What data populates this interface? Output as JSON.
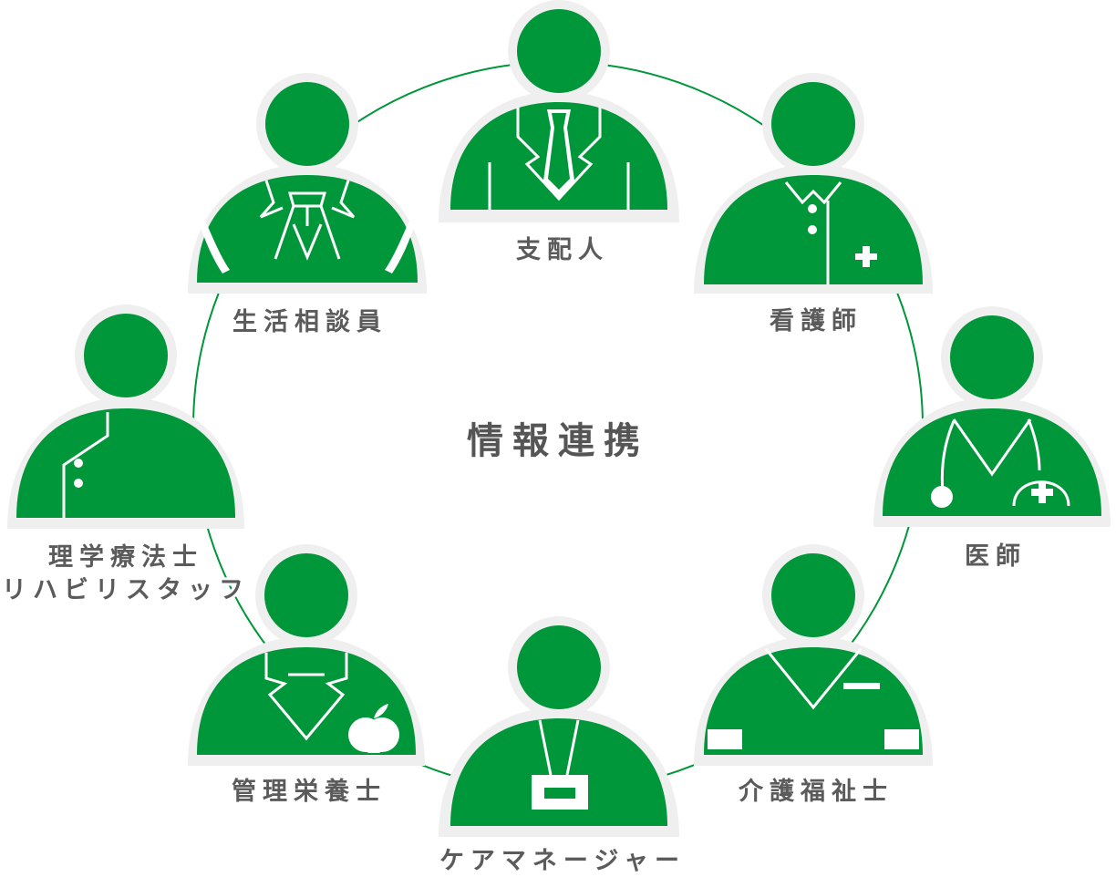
{
  "center_title": "情報連携",
  "roles": [
    {
      "key": "manager",
      "label": "支配人"
    },
    {
      "key": "nurse",
      "label": "看護師"
    },
    {
      "key": "doctor",
      "label": "医師"
    },
    {
      "key": "care_worker",
      "label": "介護福祉士"
    },
    {
      "key": "care_manager",
      "label": "ケアマネージャー"
    },
    {
      "key": "dietitian",
      "label": "管理栄養士"
    },
    {
      "key": "therapist",
      "label_line1": "理学療法士",
      "label_line2": "リハビリスタッフ"
    },
    {
      "key": "counselor",
      "label": "生活相談員"
    }
  ],
  "colors": {
    "accent": "#00963a",
    "text": "#5b5b5b",
    "halo": "#efefef"
  }
}
